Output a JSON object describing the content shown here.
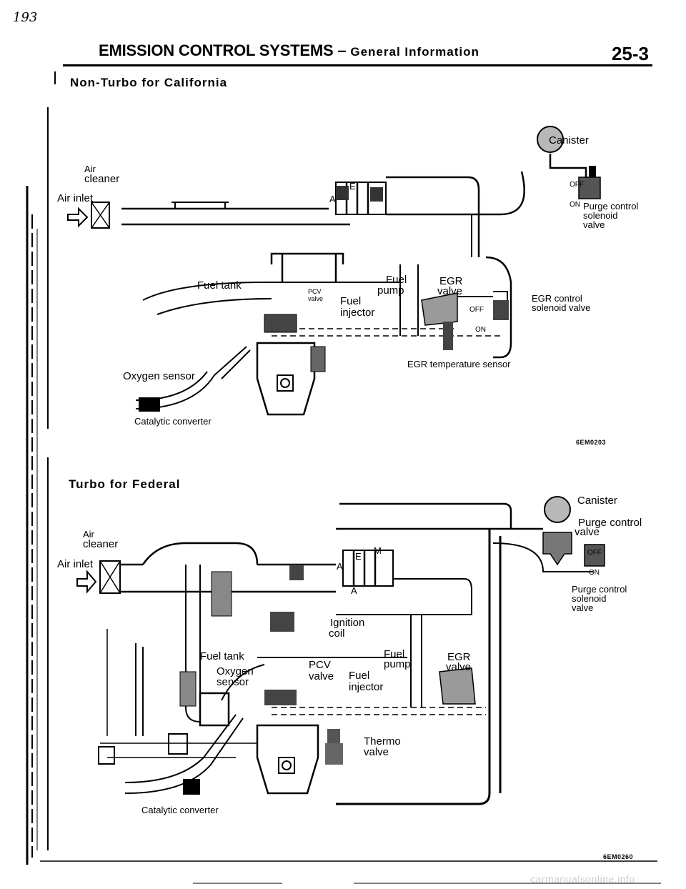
{
  "page": {
    "corner_mark": "193",
    "title": "EMISSION CONTROL SYSTEMS",
    "title_sep": " – ",
    "subtitle": "General Information",
    "page_number": "25-3",
    "footer": "carmanualsonline.info"
  },
  "section1": {
    "heading": "Non-Turbo for California",
    "labels": {
      "canister": "Canister",
      "air": "Air",
      "cleaner": "cleaner",
      "air_inlet": "Air inlet",
      "purge_valve_l1": "Purge control",
      "purge_valve_l2": "solenoid",
      "purge_valve_l3": "valve",
      "off": "OFF",
      "on": "ON",
      "fuel_tank": "Fuel tank",
      "fuel_pump_l1": "Fuel",
      "fuel_pump_l2": "pump",
      "pcv_l1": "PCV",
      "pcv_l2": "valve",
      "fuel_injector_l1": "Fuel",
      "fuel_injector_l2": "injector",
      "egr_valve_l1": "EGR",
      "egr_valve_l2": "valve",
      "egr_solenoid_l1": "EGR control",
      "egr_solenoid_l2": "solenoid valve",
      "egr_temp_sensor": "EGR temperature sensor",
      "oxygen_sensor": "Oxygen sensor",
      "catalytic_converter": "Catalytic converter",
      "marker_a": "A",
      "marker_e": "E",
      "figure_code": "6EM0203"
    }
  },
  "section2": {
    "heading": "Turbo for Federal",
    "labels": {
      "canister": "Canister",
      "purge_l1": "Purge control",
      "purge_l2": "valve",
      "air": "Air",
      "cleaner": "cleaner",
      "air_inlet": "Air inlet",
      "off": "OFF",
      "on": "ON",
      "purge_sol_l1": "Purge control",
      "purge_sol_l2": "solenoid",
      "purge_sol_l3": "valve",
      "ignition_l1": "Ignition",
      "ignition_l2": "coil",
      "fuel_tank": "Fuel tank",
      "fuel_pump_l1": "Fuel",
      "fuel_pump_l2": "pump",
      "pcv_l1": "PCV",
      "pcv_l2": "valve",
      "fuel_injector_l1": "Fuel",
      "fuel_injector_l2": "injector",
      "egr_l1": "EGR",
      "egr_l2": "valve",
      "oxygen_l1": "Oxygen",
      "oxygen_l2": "sensor",
      "thermo_l1": "Thermo",
      "thermo_l2": "valve",
      "catalytic_converter": "Catalytic converter",
      "marker_a": "A",
      "marker_e": "E",
      "marker_m": "M",
      "figure_code": "6EM0260"
    }
  }
}
